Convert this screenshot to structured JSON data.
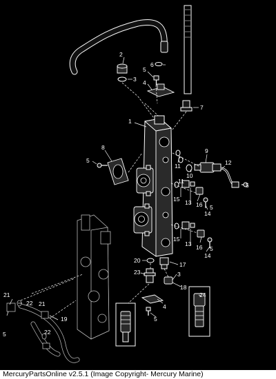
{
  "callouts": {
    "c1": "1",
    "c2": "2",
    "c3a": "3",
    "c3b": "3",
    "c4a": "4",
    "c4b": "4",
    "c5a": "5",
    "c5b": "5",
    "c5c": "5",
    "c5d": "5",
    "c5e": "5",
    "c5f": "5",
    "c6": "6",
    "c7": "7",
    "c8": "8",
    "c9": "9",
    "c10": "10",
    "c11a": "11",
    "c11b": "11",
    "c12": "12",
    "c13a": "13",
    "c13b": "13",
    "c14a": "14",
    "c14b": "14",
    "c15a": "15",
    "c15b": "15",
    "c16a": "16",
    "c16b": "16",
    "c17": "17",
    "c18": "18",
    "c19": "19",
    "c20": "20",
    "c21a": "21",
    "c21b": "21",
    "c22a": "22",
    "c22b": "22",
    "c23": "23",
    "c24": "24"
  },
  "caption": "MercuryPartsOnline v2.5.1 (Image Copyright- Mercury Marine)"
}
